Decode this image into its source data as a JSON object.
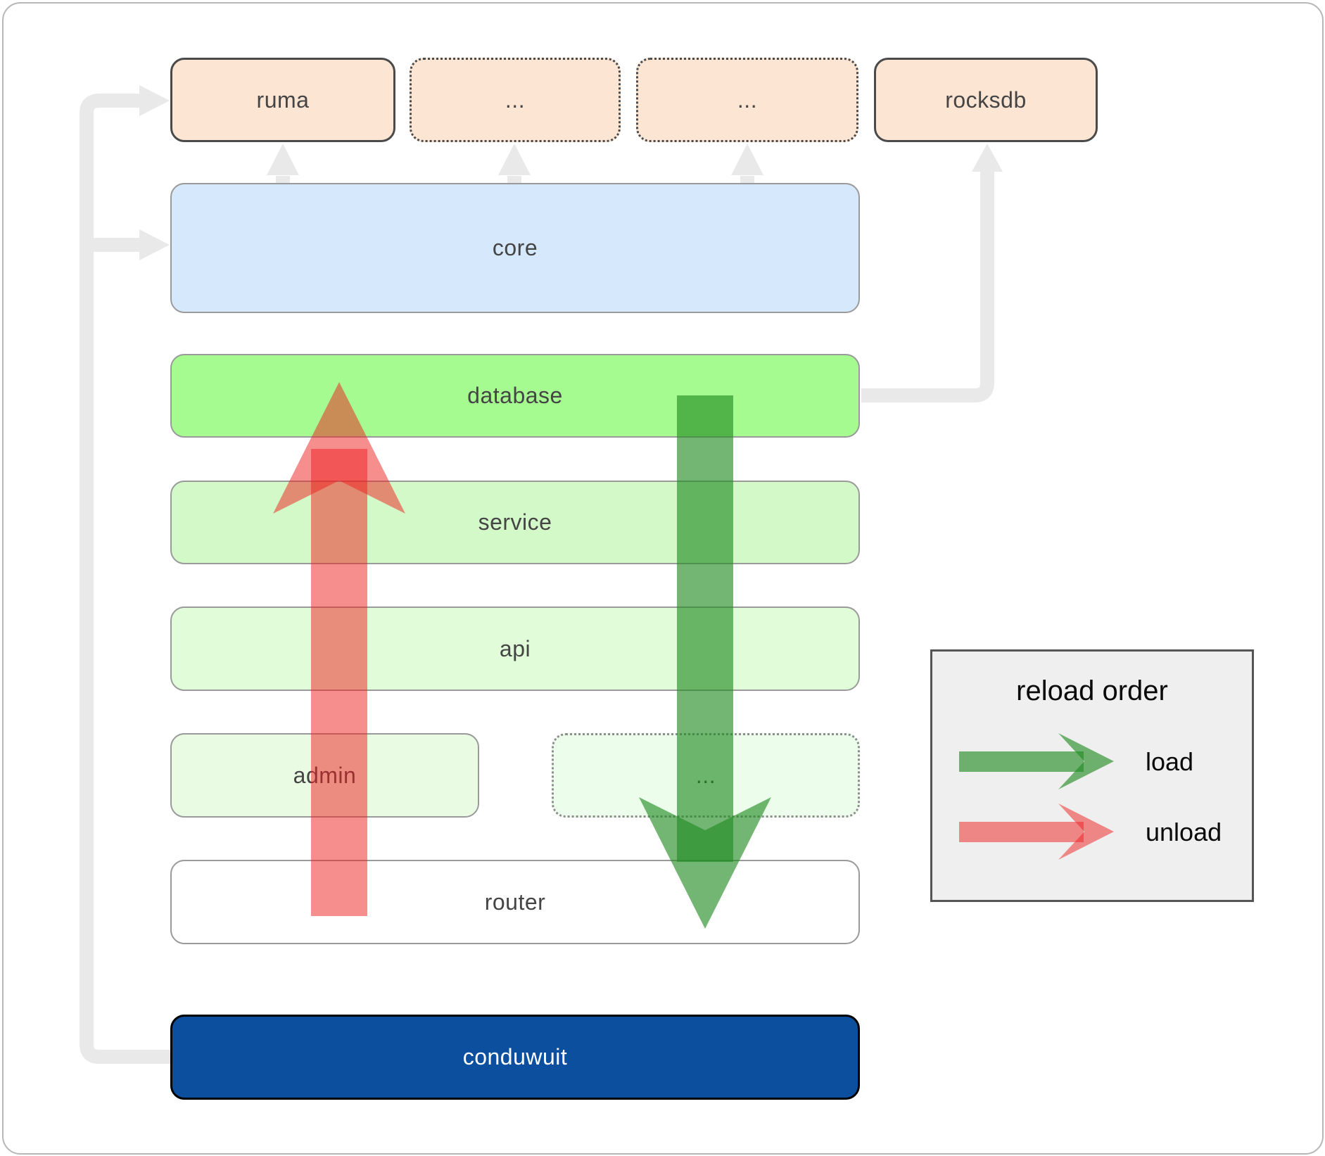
{
  "boxes": {
    "ruma": {
      "label": "ruma"
    },
    "ellipsis1": {
      "label": "..."
    },
    "ellipsis2": {
      "label": "..."
    },
    "rocksdb": {
      "label": "rocksdb"
    },
    "core": {
      "label": "core"
    },
    "database": {
      "label": "database"
    },
    "service": {
      "label": "service"
    },
    "api": {
      "label": "api"
    },
    "admin": {
      "label": "admin"
    },
    "ellipsis3": {
      "label": "..."
    },
    "router": {
      "label": "router"
    },
    "conduwuit": {
      "label": "conduwuit"
    }
  },
  "legend": {
    "title": "reload order",
    "items": [
      {
        "label": "load",
        "color": "#228b22"
      },
      {
        "label": "unload",
        "color": "#f01e1e"
      }
    ]
  },
  "colors": {
    "load_arrow_green": "#228b22",
    "unload_arrow_red": "#f01e1e",
    "connector_gray": "#e9e9e9",
    "ruma_fill": "#fde5d3",
    "core_fill": "#d6e9fc",
    "database_fill": "#a5fb90",
    "service_fill": "#d4f9c8",
    "api_fill": "#e0fcd8",
    "admin_fill": "#e9fbe3",
    "router_fill": "#ffffff",
    "conduwuit_fill": "#0b4f9e",
    "legend_fill": "#efefef"
  }
}
